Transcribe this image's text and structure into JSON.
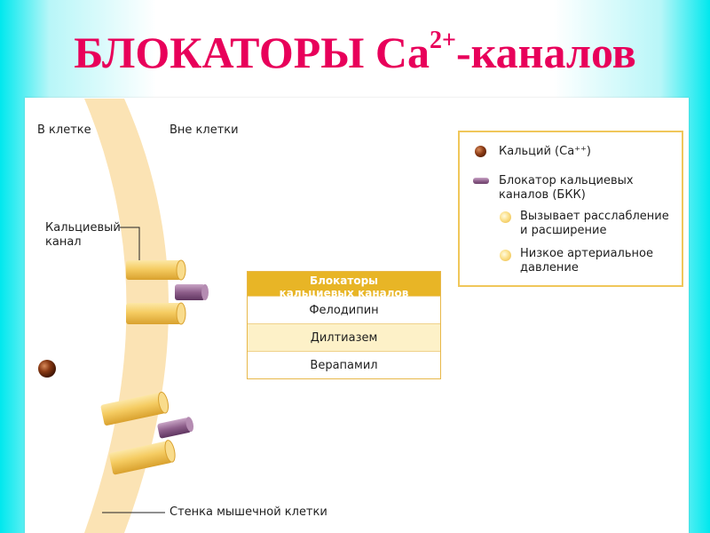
{
  "title": {
    "main": "БЛОКАТОРЫ Са",
    "superscript": "2+",
    "suffix": "-каналов"
  },
  "labels": {
    "inside": "В клетке",
    "outside": "Вне клетки",
    "channel_line1": "Кальциевый",
    "channel_line2": "канал",
    "wall": "Стенка мышечной клетки"
  },
  "legend": {
    "calcium": "Кальций (Са⁺⁺)",
    "blocker_line1": "Блокатор кальциевых",
    "blocker_line2": "каналов (БКК)",
    "effect1_line1": "Вызывает расслабление",
    "effect1_line2": "и расширение",
    "effect2_line1": "Низкое артериальное",
    "effect2_line2": "давление"
  },
  "table": {
    "header_line1": "Блокаторы",
    "header_line2": "кальциевых каналов",
    "rows": [
      "Фелодипин",
      "Дилтиазем",
      "Верапамил"
    ]
  },
  "colors": {
    "title": "#e8005a",
    "membrane": "#fbe3b4",
    "channel": "#f2c35a",
    "blocker": "#8e5f8b",
    "table_header": "#e8b526"
  }
}
